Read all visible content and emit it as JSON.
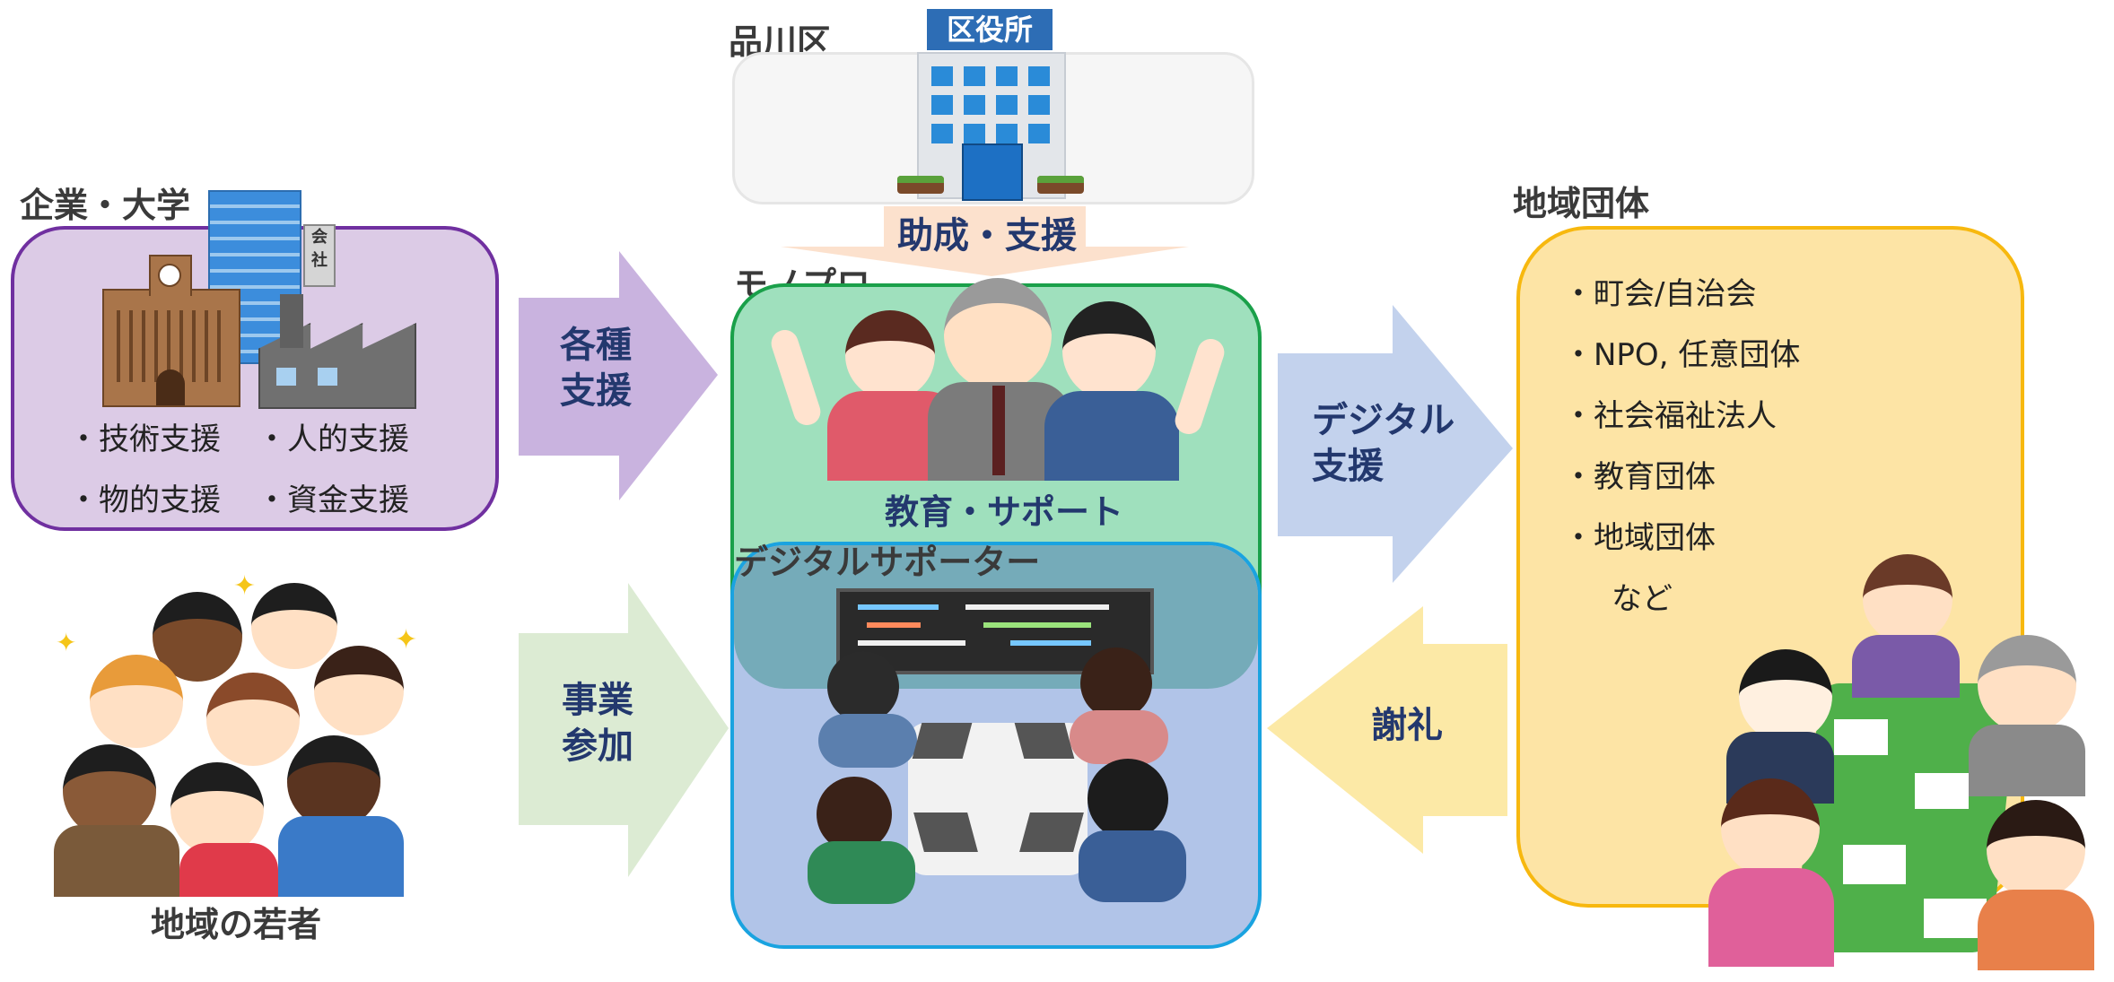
{
  "shinagawa": {
    "label": "品川区",
    "building_sign": "区役所"
  },
  "company": {
    "label": "企業・大学",
    "building_sign": "会\n社",
    "items": [
      "・技術支援",
      "・人的支援",
      "・物的支援",
      "・資金支援"
    ]
  },
  "youth": {
    "label": "地域の若者"
  },
  "arrows": {
    "support": "各種\n支援",
    "participation": "事業\n参加",
    "grant": "助成・支援",
    "digital": "デジタル\n支援",
    "thanks": "謝礼"
  },
  "monopro": {
    "label": "モノプロ",
    "caption": "教育・サポート"
  },
  "digital_supporter": {
    "label": "デジタルサポーター"
  },
  "community": {
    "label": "地域団体",
    "items": [
      "・町会/自治会",
      "・NPO, 任意団体",
      "・社会福祉法人",
      "・教育団体",
      "・地域団体",
      "など"
    ]
  },
  "colors": {
    "company_fill": "#dccbe6",
    "company_border": "#7030a0",
    "monopro_fill": "#9fe0bd",
    "monopro_border": "#1aa04a",
    "digital_fill": "#b1c4e8",
    "digital_border": "#1aa3e0",
    "community_fill": "#fde4a5",
    "community_border": "#f7b80f",
    "arrow_purple": "#c9b3df",
    "arrow_green": "#dcebd3",
    "arrow_peach": "#fbdcc4",
    "arrow_blue": "#c3d2ed",
    "arrow_yellow": "#fce9a6",
    "arrow_text": "#23386e"
  }
}
